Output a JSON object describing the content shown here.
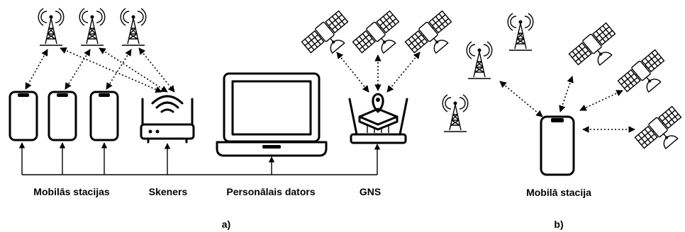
{
  "labels": {
    "mobile_stations": "Mobilās stacijas",
    "scanner": "Skeners",
    "pc": "Personālais dators",
    "gns": "GNS",
    "mobile_station": "Mobilā stacija",
    "part_a": "a)",
    "part_b": "b)"
  },
  "icons": {
    "tower": "cell-tower-icon",
    "phone": "smartphone-icon",
    "router": "wifi-router-icon",
    "laptop": "laptop-icon",
    "satellite": "satellite-icon",
    "gns_receiver": "gns-receiver-icon"
  },
  "colors": {
    "ink": "#000000",
    "background": "#ffffff"
  }
}
